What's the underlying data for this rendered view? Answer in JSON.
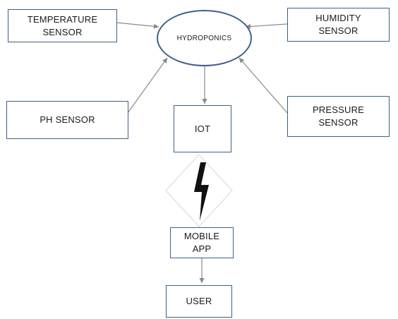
{
  "diagram": {
    "hub": {
      "label": "HYDROPONICS"
    },
    "temperature_sensor": {
      "line1": "TEMPERATURE",
      "line2": "SENSOR"
    },
    "humidity_sensor": {
      "line1": "HUMIDITY",
      "line2": "SENSOR"
    },
    "ph_sensor": {
      "label": "PH SENSOR"
    },
    "pressure_sensor": {
      "line1": "PRESSURE",
      "line2": "SENSOR"
    },
    "iot": {
      "label": "IOT"
    },
    "mobile_app": {
      "line1": "MOBILE",
      "line2": "APP"
    },
    "user": {
      "label": "USER"
    },
    "link_icon": "lightning-bolt-icon",
    "colors": {
      "box_border": "#3e5f87",
      "arrow": "#8a8a8a",
      "bolt": "#111111"
    }
  }
}
